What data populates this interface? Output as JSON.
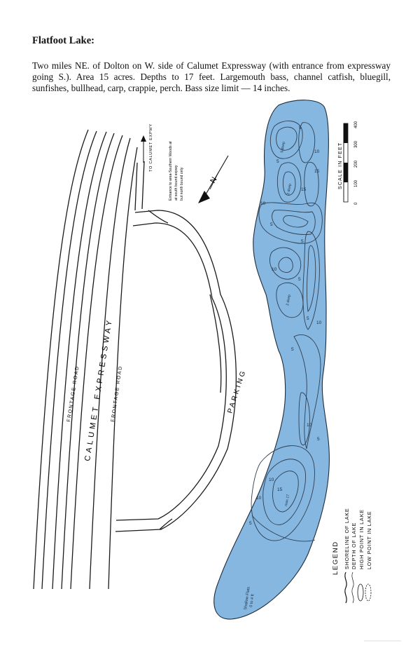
{
  "title": "Flatfoot Lake:",
  "description": "Two miles NE. of Dolton on W. side of Calumet Expressway (with entrance from expressway going S.). Area 15 acres. Depths to 17 feet. Largemouth bass, channel catfish, bluegill, sunfishes, bullhead, carp, crappie, perch. Bass size limit — 14 inches.",
  "colors": {
    "water": "#86b7e0",
    "ink": "#1a1a1a",
    "contour": "#2e3f52"
  },
  "map": {
    "roads": {
      "expressway": "CALUMET EXPRESSWAY",
      "frontage_left": "FRONTAGE ROAD",
      "frontage_right": "FRONTAGE ROAD",
      "parking": "PARKING",
      "arrow_label": "TO CALUMET EXPWY",
      "entrance_note": [
        "Entrance to area-Southern Woods at",
        "at south bound expwy",
        "but north bound only"
      ]
    },
    "north_arrow": {
      "icon": "north-arrow-icon",
      "letter": "N"
    },
    "scale": {
      "title": "SCALE IN FEET",
      "ticks": [
        "0",
        "100",
        "200",
        "300",
        "400"
      ]
    },
    "depths": [
      "5",
      "5",
      "10",
      "15",
      "15",
      "10",
      "5",
      "5",
      "10",
      "5",
      "5",
      "10",
      "5",
      "10",
      "5",
      "10",
      "15",
      "10",
      "5"
    ],
    "depth_notes": [
      "5 deep",
      "2 deep",
      "2 deep",
      "max 17"
    ],
    "shallow_note": [
      "Shallow Flats",
      "0 to 4 ft"
    ],
    "legend": {
      "title": "LEGEND",
      "items": [
        {
          "icon": "shoreline-symbol-icon",
          "label": "SHORELINE OF LAKE"
        },
        {
          "icon": "depth-contour-symbol-icon",
          "label": "DEPTH OF LAKE"
        },
        {
          "icon": "high-point-symbol-icon",
          "label": "HIGH POINT IN LAKE"
        },
        {
          "icon": "low-point-symbol-icon",
          "label": "LOW POINT IN LAKE"
        }
      ]
    }
  }
}
